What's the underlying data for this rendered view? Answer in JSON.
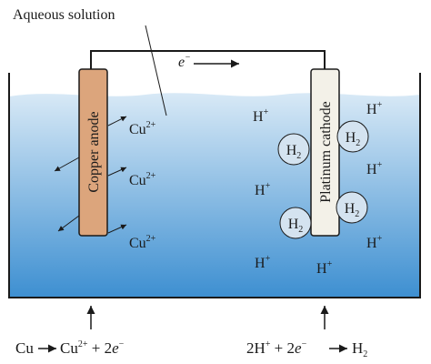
{
  "labels": {
    "solution": "Aqueous solution",
    "electron": "e",
    "electron_sup": "−",
    "anode": "Copper anode",
    "cathode": "Platinum cathode"
  },
  "species": {
    "cu2": {
      "base": "Cu",
      "sup": "2+"
    },
    "h_plus": {
      "base": "H",
      "sup": "+"
    },
    "h2": {
      "base": "H",
      "sub": "2"
    }
  },
  "equations": {
    "anode": {
      "reactant": "Cu",
      "product_base": "Cu",
      "product_sup": "2+",
      "electrons": "+ 2",
      "e": "e",
      "e_sup": "−"
    },
    "cathode": {
      "coef": "2H",
      "coef_sup": "+",
      "electrons": "+ 2",
      "e": "e",
      "e_sup": "−",
      "product_base": "H",
      "product_sub": "2"
    }
  },
  "colors": {
    "solution_top": "#d8e9f6",
    "solution_bottom": "#3d8fd1",
    "anode_fill": "#dca57c",
    "cathode_fill": "#f3f1e8",
    "bubble_fill": "#d4e3f0",
    "line": "#1a1a1a"
  }
}
